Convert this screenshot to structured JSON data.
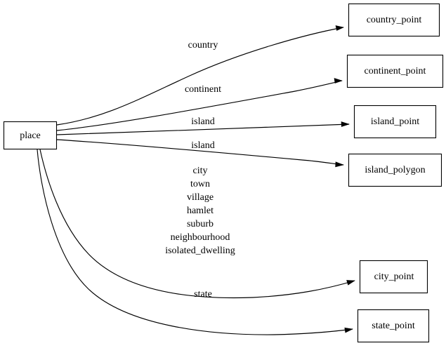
{
  "diagram": {
    "type": "directed-graph",
    "background_color": "#ffffff",
    "line_color": "#000000",
    "nodes": {
      "place": {
        "label": "place"
      },
      "country_point": {
        "label": "country_point"
      },
      "continent_point": {
        "label": "continent_point"
      },
      "island_point": {
        "label": "island_point"
      },
      "island_polygon": {
        "label": "island_polygon"
      },
      "city_point": {
        "label": "city_point"
      },
      "state_point": {
        "label": "state_point"
      }
    },
    "edges": [
      {
        "from": "place",
        "to": "country_point",
        "label": "country"
      },
      {
        "from": "place",
        "to": "continent_point",
        "label": "continent"
      },
      {
        "from": "place",
        "to": "island_point",
        "label": "island"
      },
      {
        "from": "place",
        "to": "island_polygon",
        "label": "island"
      },
      {
        "from": "place",
        "to": "city_point",
        "label_lines": [
          "city",
          "town",
          "village",
          "hamlet",
          "suburb",
          "neighbourhood",
          "isolated_dwelling"
        ]
      },
      {
        "from": "place",
        "to": "state_point",
        "label": "state"
      }
    ],
    "edge_labels": {
      "country": "country",
      "continent": "continent",
      "island_a": "island",
      "island_b": "island",
      "city_line_1": "city",
      "city_line_2": "town",
      "city_line_3": "village",
      "city_line_4": "hamlet",
      "city_line_5": "suburb",
      "city_line_6": "neighbourhood",
      "city_line_7": "isolated_dwelling",
      "state": "state"
    }
  }
}
